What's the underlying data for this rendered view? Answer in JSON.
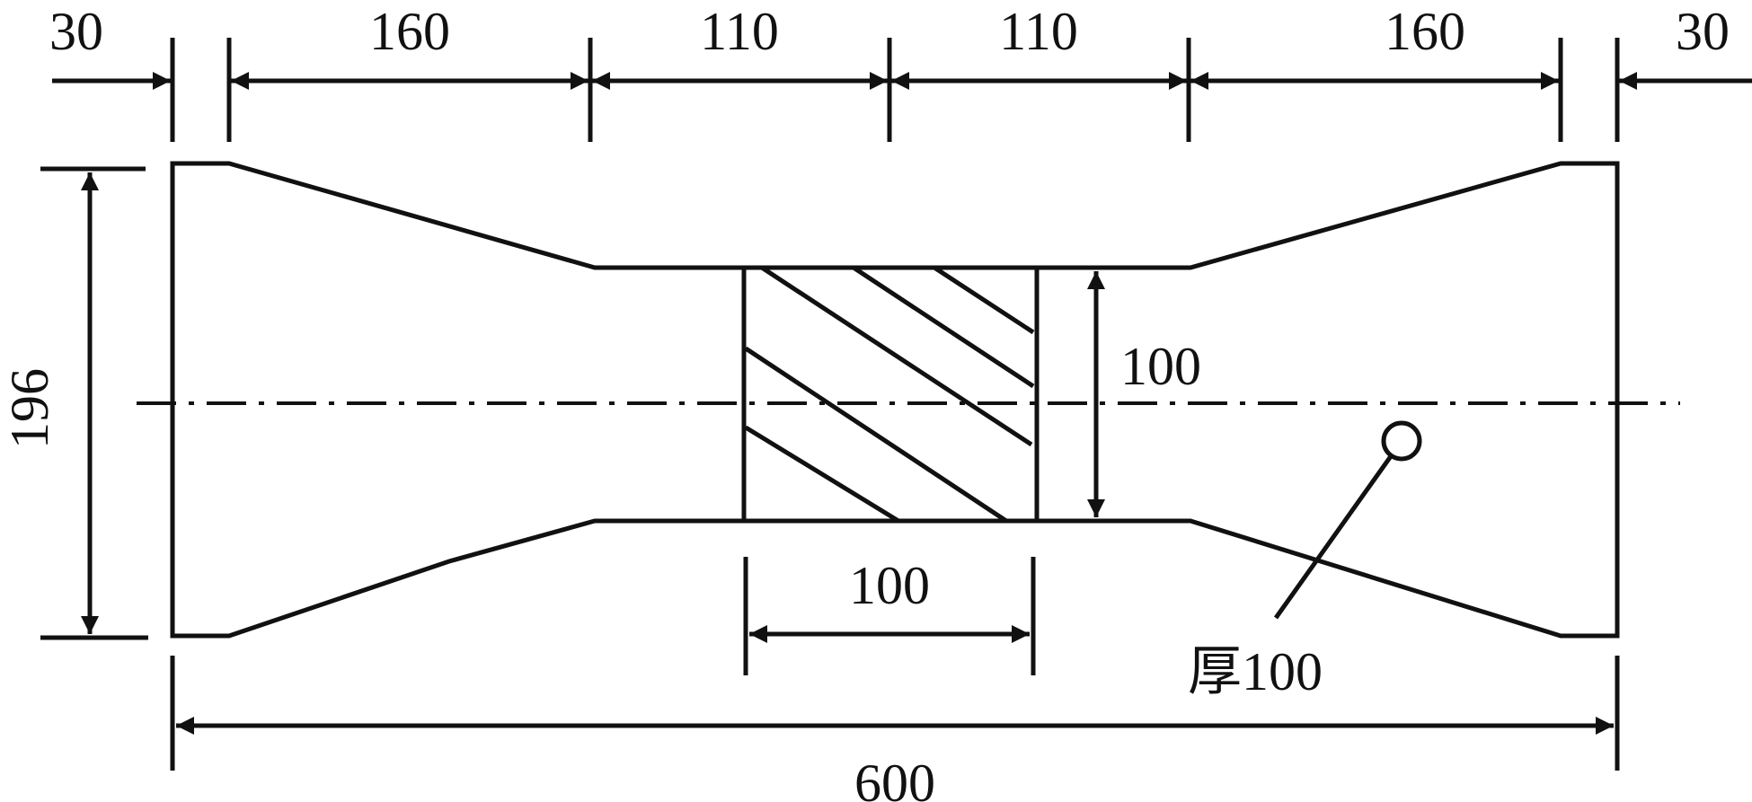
{
  "drawing": {
    "line_color": "#111111",
    "background": "#ffffff",
    "top_dims": [
      "30",
      "160",
      "110",
      "110",
      "160",
      "30"
    ],
    "height_dim": "196",
    "neck_height_dim": "100",
    "hatched_width_dim": "100",
    "overall_length_dim": "600",
    "thickness_label": "厚100"
  }
}
